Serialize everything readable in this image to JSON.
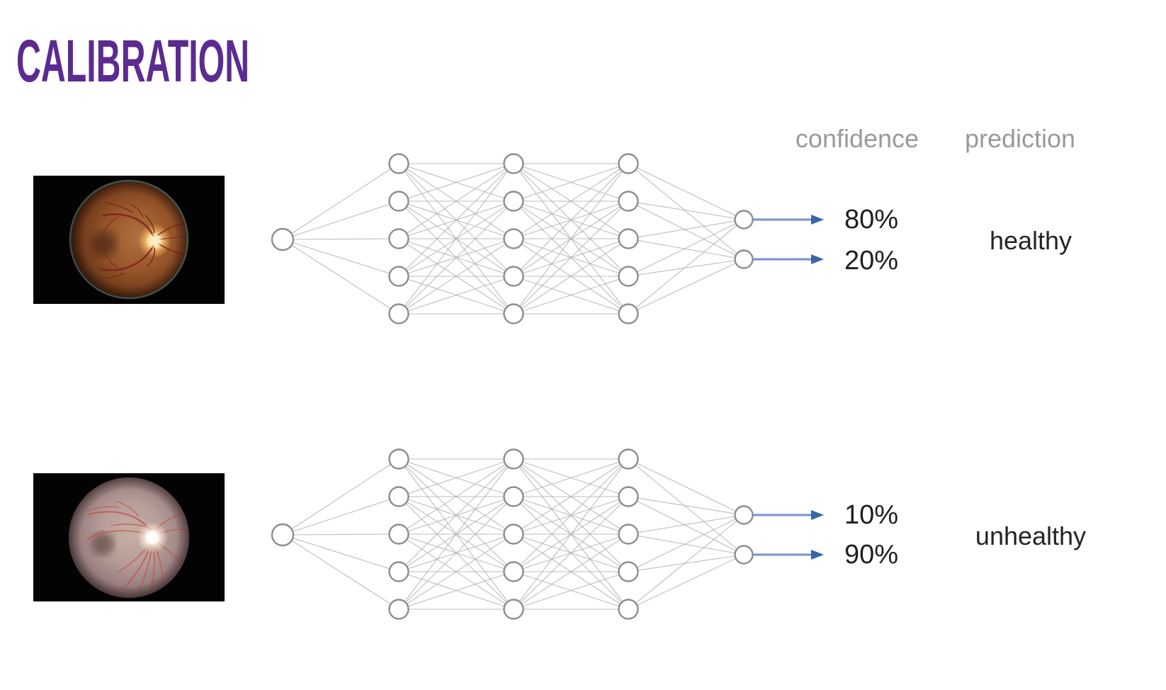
{
  "slide": {
    "title": "CALIBRATION",
    "title_color": "#5c2b91"
  },
  "headers": {
    "confidence": "confidence",
    "prediction": "prediction"
  },
  "rows": [
    {
      "image": "retina-fundus-healthy",
      "confidences": [
        "80%",
        "20%"
      ],
      "prediction": "healthy"
    },
    {
      "image": "retina-fundus-unhealthy",
      "confidences": [
        "10%",
        "90%"
      ],
      "prediction": "unhealthy"
    }
  ],
  "network": {
    "layer_sizes": [
      1,
      5,
      5,
      5,
      2
    ],
    "node_fill": "#ffffff",
    "node_stroke": "#8d8d8d",
    "edge_color": "#b2b2b2",
    "arrow_shaft_color": "#7d98cc",
    "arrow_head_color": "#3c64a8"
  },
  "colors": {
    "header_gray": "#9a9a9a",
    "text_dark": "#1e1e1e"
  }
}
